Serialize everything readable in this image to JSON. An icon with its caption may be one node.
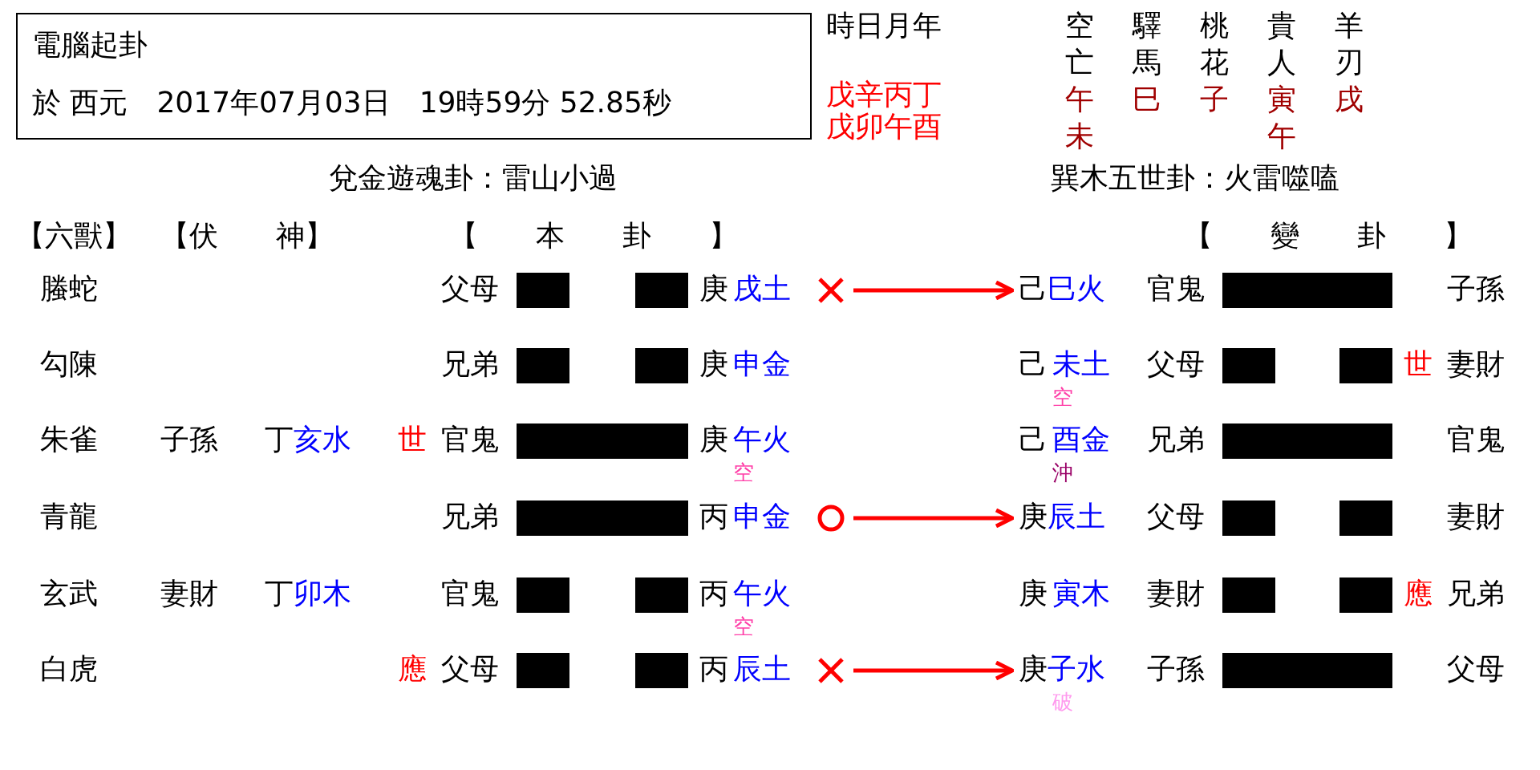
{
  "diagram": {
    "nodes": [
      {
        "text": [
          "電腦起卦",
          "於 西元　2017年07月03日　19時59分 52.85秒"
        ]
      },
      {
        "text": [],
        "shape": "cross"
      },
      {
        "text": [
          "己",
          "巳火"
        ]
      },
      {
        "text": [],
        "shape": "circle"
      },
      {
        "text": [
          "庚",
          "辰土"
        ]
      },
      {
        "text": [],
        "shape": "cross"
      },
      {
        "text": [
          "庚",
          "子水"
        ],
        "beside": [
          "破"
        ]
      }
    ],
    "edges": [
      {
        "from": 1,
        "to": 2,
        "arrow": "to",
        "color": "#ff0000"
      },
      {
        "from": 3,
        "to": 4,
        "arrow": "to",
        "color": "#ff0000"
      },
      {
        "from": 5,
        "to": 6,
        "arrow": "to",
        "color": "#ff0000"
      }
    ],
    "labels": [
      "時日月年",
      "戊辛丙丁",
      "戊卯午酉",
      "空",
      "驛",
      "桃",
      "貴",
      "羊",
      "亡",
      "馬",
      "花",
      "人",
      "刃",
      "午",
      "巳",
      "子",
      "寅",
      "戌",
      "未",
      "午",
      "兌金遊魂卦：雷山小過",
      "巽木五世卦：火雷噬嗑",
      "【六獸】",
      "【伏　　神】",
      "【　　本　　卦　　】",
      "【　　變　　卦　　】",
      "螣蛇",
      "父母",
      "庚",
      "戌土",
      "官鬼",
      "子孫",
      "勾陳",
      "兄弟",
      "庚",
      "申金",
      "己",
      "未土",
      "空",
      "父母",
      "世",
      "妻財",
      "朱雀",
      "子孫",
      "丁",
      "亥水",
      "世",
      "官鬼",
      "庚",
      "午火",
      "空",
      "己",
      "酉金",
      "沖",
      "兄弟",
      "官鬼",
      "青龍",
      "兄弟",
      "丙",
      "申金",
      "父母",
      "妻財",
      "玄武",
      "妻財",
      "丁",
      "卯木",
      "官鬼",
      "丙",
      "午火",
      "空",
      "庚",
      "寅木",
      "妻財",
      "應",
      "兄弟",
      "白虎",
      "應",
      "父母",
      "丙",
      "辰土",
      "子孫",
      "父母"
    ]
  }
}
